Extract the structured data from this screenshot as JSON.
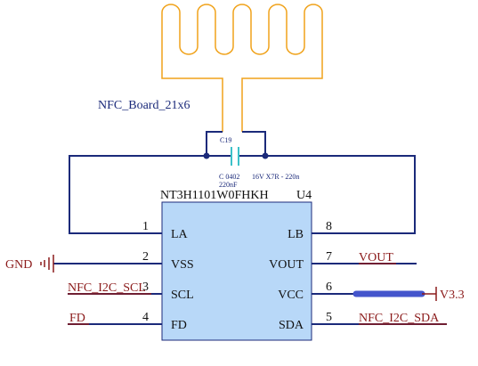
{
  "antenna": {
    "label": "NFC_Board_21x6",
    "coil_color": "#f0a21a"
  },
  "capacitor": {
    "designator": "C19",
    "package": "C 0402",
    "value": "220nF",
    "spec": "16V X7R - 220n",
    "color": "#3cc1c9"
  },
  "ic": {
    "part_number": "NT3H1101W0FHKH",
    "designator": "U4",
    "fill_color": "#b8d8f8",
    "left_pins": [
      {
        "num": "1",
        "name": "LA"
      },
      {
        "num": "2",
        "name": "VSS"
      },
      {
        "num": "3",
        "name": "SCL"
      },
      {
        "num": "4",
        "name": "FD"
      }
    ],
    "right_pins": [
      {
        "num": "8",
        "name": "LB"
      },
      {
        "num": "7",
        "name": "VOUT"
      },
      {
        "num": "6",
        "name": "VCC"
      },
      {
        "num": "5",
        "name": "SDA"
      }
    ]
  },
  "nets": {
    "gnd": "GND",
    "scl": "NFC_I2C_SCL",
    "fd": "FD",
    "vout": "VOUT",
    "vcc": "V3.3",
    "sda": "NFC_I2C_SDA"
  },
  "colors": {
    "wire": "#1b2a7a",
    "net_label": "#8b1a1a",
    "pin_text": "#111111",
    "power_bus": "#4455cc"
  }
}
